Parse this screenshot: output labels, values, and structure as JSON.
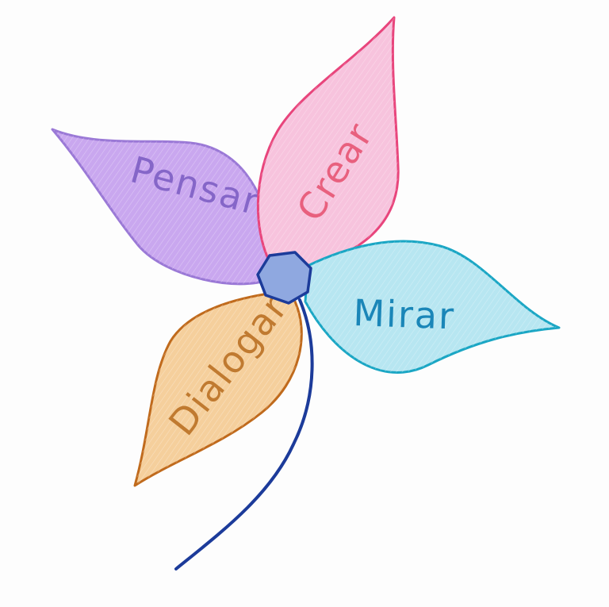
{
  "petals": [
    {
      "id": "pensar",
      "label": "Pensar",
      "fill": "#c9a7ef",
      "stroke": "#9a78d6",
      "text_color": "#8566c8"
    },
    {
      "id": "crear",
      "label": "Crear",
      "fill": "#f7c3dd",
      "stroke": "#e8457c",
      "text_color": "#e8607e"
    },
    {
      "id": "mirar",
      "label": "Mirar",
      "fill": "#b7e6f1",
      "stroke": "#1aa6c4",
      "text_color": "#1a86b8"
    },
    {
      "id": "dialogar",
      "label": "Dialogar",
      "fill": "#f5cf9c",
      "stroke": "#c06a1c",
      "text_color": "#c07a30"
    }
  ],
  "center": {
    "fill": "#8fa8e0",
    "stroke": "#1c3b9a"
  },
  "stem": {
    "stroke": "#1c3b9a"
  }
}
